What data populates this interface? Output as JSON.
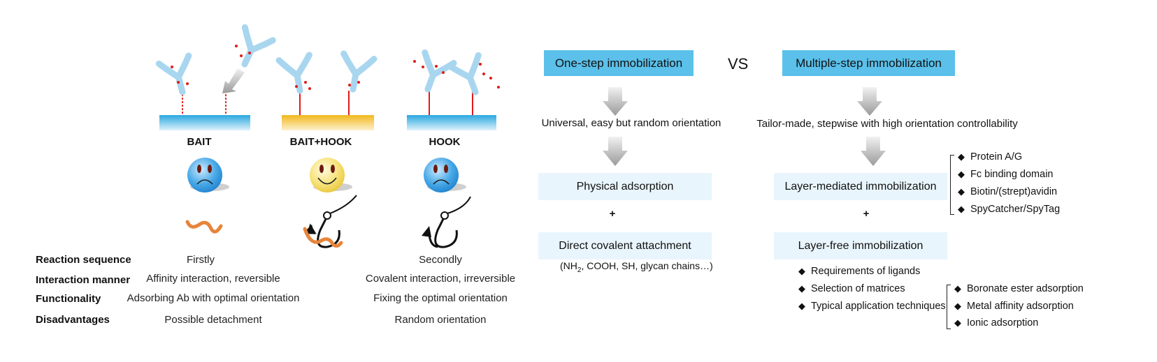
{
  "left": {
    "strategies": [
      {
        "name": "BAIT",
        "mood": "sad"
      },
      {
        "name": "BAIT+HOOK",
        "mood": "happy"
      },
      {
        "name": "HOOK",
        "mood": "sad"
      }
    ],
    "rows": [
      {
        "label": "Reaction sequence",
        "bait": "Firstly",
        "hook": "Secondly"
      },
      {
        "label": "Interaction manner",
        "bait": "Affinity interaction, reversible",
        "hook": "Covalent interaction, irreversible"
      },
      {
        "label": "Functionality",
        "bait": "Adsorbing Ab with optimal orientation",
        "hook": "Fixing the optimal orientation"
      },
      {
        "label": "Disadvantages",
        "bait": "Possible detachment",
        "hook": "Random orientation"
      }
    ]
  },
  "right": {
    "vs": "VS",
    "one_step": {
      "title": "One-step immobilization",
      "desc": "Universal, easy but random orientation",
      "box1": "Physical adsorption",
      "plus": "+",
      "box2": "Direct covalent attachment",
      "note_pre": "(NH",
      "note_sub": "2",
      "note_post": ", COOH, SH, glycan chains…)"
    },
    "multi_step": {
      "title": "Multiple-step immobilization",
      "desc": "Tailor-made, stepwise with high orientation controllability",
      "box1": "Layer-mediated immobilization",
      "plus": "+",
      "box2": "Layer-free immobilization",
      "layer_items": [
        "Protein A/G",
        "Fc binding domain",
        "Biotin/(strept)avidin",
        "SpyCatcher/SpyTag"
      ],
      "free_items": [
        "Requirements of ligands",
        "Selection of matrices",
        "Typical application techniques"
      ],
      "technique_items": [
        "Boronate ester adsorption",
        "Metal affinity adsorption",
        "Ionic adsorption"
      ]
    }
  },
  "colors": {
    "box_dark": "#5bc0ea",
    "box_light": "#e9f5fc",
    "antibody": "#a9d6ef",
    "surface_blue": "#29a8e0",
    "surface_gold": "#f2b81c",
    "link_red": "#e01b1b",
    "worm": "#e8843a"
  },
  "icons": [
    "antibody-icon",
    "sad-face-icon",
    "happy-face-icon",
    "worm-bait-icon",
    "fish-hook-icon",
    "down-arrow-icon"
  ]
}
